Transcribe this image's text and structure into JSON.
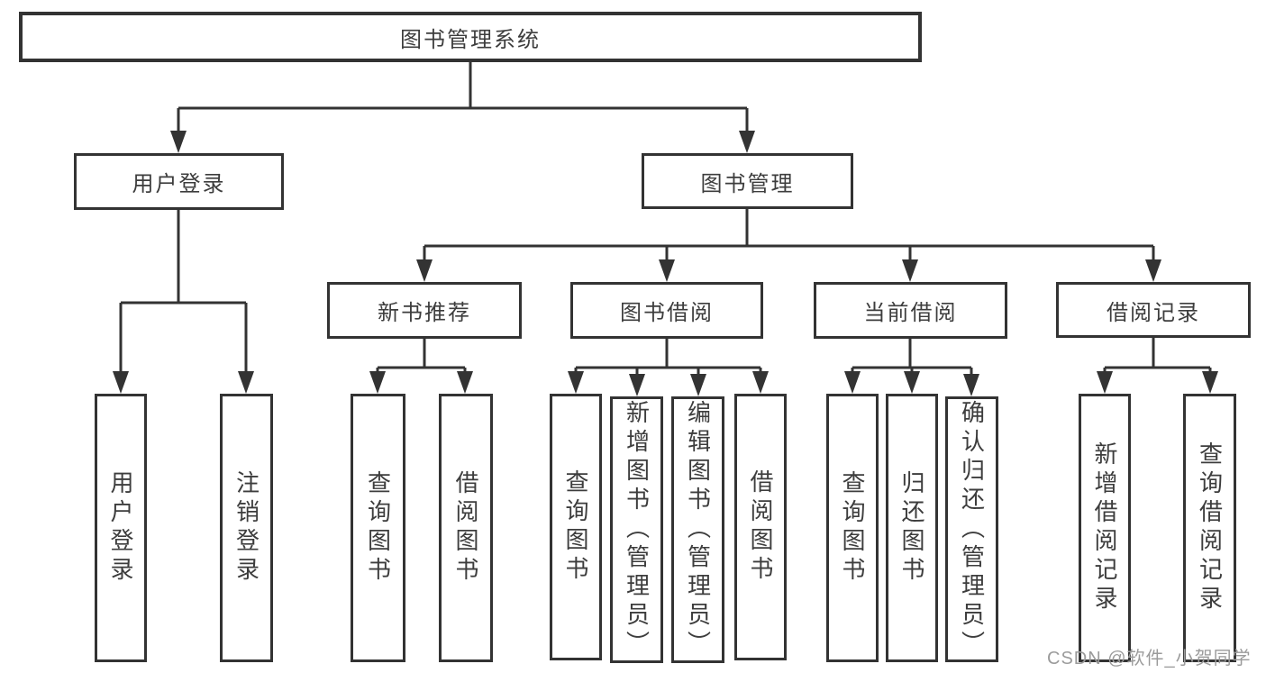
{
  "nodes": {
    "root": {
      "label": "图书管理系统"
    },
    "user_login": {
      "label": "用户登录"
    },
    "book_mgmt": {
      "label": "图书管理"
    },
    "leaf_user_login": {
      "label": "用户登录"
    },
    "leaf_logout": {
      "label": "注销登录"
    },
    "new_book_rec": {
      "label": "新书推荐"
    },
    "book_borrow": {
      "label": "图书借阅"
    },
    "current_borrow": {
      "label": "当前借阅"
    },
    "borrow_records": {
      "label": "借阅记录"
    },
    "rec_query": {
      "label": "查询图书"
    },
    "rec_borrow": {
      "label": "借阅图书"
    },
    "bb_query": {
      "label": "查询图书"
    },
    "bb_add": {
      "label": "新增图书（管理员）"
    },
    "bb_edit": {
      "label": "编辑图书（管理员）"
    },
    "bb_borrow": {
      "label": "借阅图书"
    },
    "cb_query": {
      "label": "查询图书"
    },
    "cb_return": {
      "label": "归还图书"
    },
    "cb_confirm": {
      "label": "确认归还（管理员）"
    },
    "br_add": {
      "label": "新增借阅记录"
    },
    "br_query": {
      "label": "查询借阅记录"
    }
  },
  "hierarchy": {
    "图书管理系统": [
      "用户登录",
      "图书管理"
    ],
    "用户登录": [
      "用户登录",
      "注销登录"
    ],
    "图书管理": [
      "新书推荐",
      "图书借阅",
      "当前借阅",
      "借阅记录"
    ],
    "新书推荐": [
      "查询图书",
      "借阅图书"
    ],
    "图书借阅": [
      "查询图书",
      "新增图书（管理员）",
      "编辑图书（管理员）",
      "借阅图书"
    ],
    "当前借阅": [
      "查询图书",
      "归还图书",
      "确认归还（管理员）"
    ],
    "借阅记录": [
      "新增借阅记录",
      "查询借阅记录"
    ]
  },
  "watermark": {
    "text": "CSDN @软件_小贺同学"
  },
  "colors": {
    "line": "#333333",
    "box_border": "#333333",
    "text": "#3d3d3d",
    "watermark": "#9b9b9b",
    "background": "#ffffff"
  }
}
